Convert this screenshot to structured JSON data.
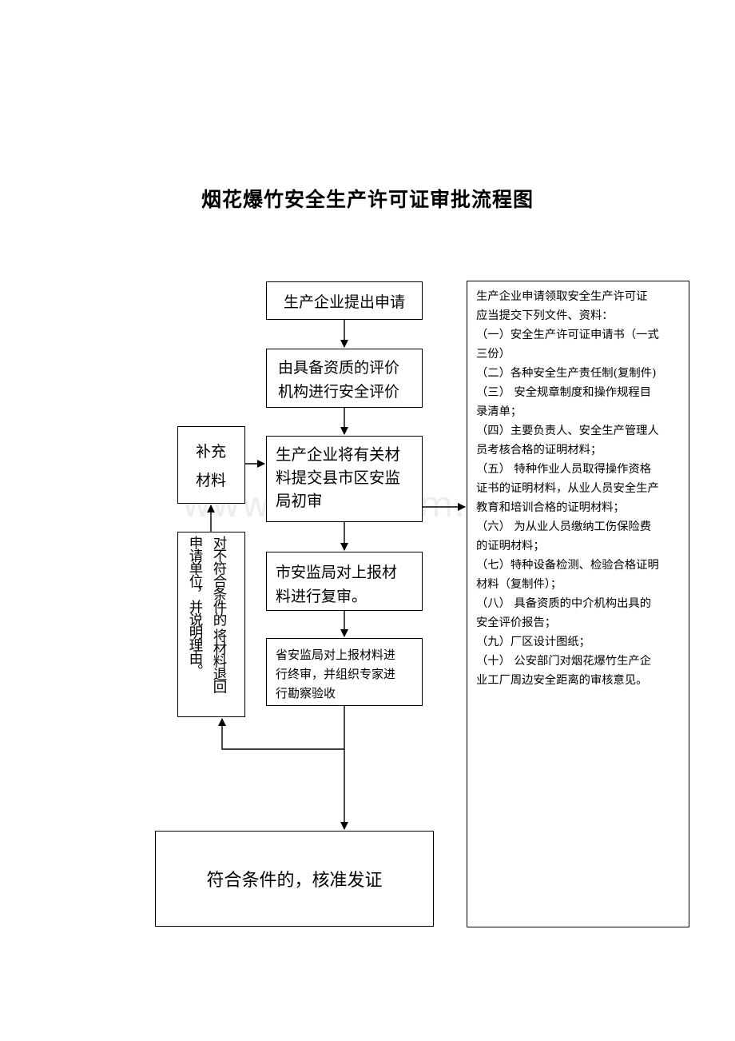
{
  "title": "烟花爆竹安全生产许可证审批流程图",
  "steps": {
    "apply": "生产企业提出申请",
    "evaluate": [
      "由具备资质的评价",
      "机构进行安全评价"
    ],
    "submit": [
      "生产企业将有关材",
      "料提交县市区安监",
      "局初审"
    ],
    "city_review": [
      "市安监局对上报材",
      "料进行复审。"
    ],
    "province_review": [
      "省安监局对上报材料进",
      "行终审，并组织专家进",
      "行勘察验收"
    ],
    "supplement": [
      "补充",
      "材料"
    ],
    "reject": [
      "对不符合条件的 将材料退回",
      "申请单位，并说明理由。"
    ],
    "approve": "符合条件的，核准发证"
  },
  "requirements": [
    "生产企业申请领取安全生产许可证",
    "应当提交下列文件、资料：",
    "（一）安全生产许可证申请书（一式",
    "三份）",
    "（二）各种安全生产责任制(复制件)",
    "（三） 安全规章制度和操作规程目",
    "录清单；",
    "（四）主要负责人、安全生产管理人",
    "员考核合格的证明材料；",
    "（五） 特种作业人员取得操作资格",
    "证书的证明材料，从业人员安全生产",
    "教育和培训合格的证明材料；",
    "（六） 为从业人员缴纳工伤保险费",
    "的证明材料；",
    "（七）特种设备检测、检验合格证明",
    "材料（复制件）；",
    "（八） 具备资质的中介机构出具的",
    "安全评价报告；",
    "（九）厂区设计图纸；",
    "（十） 公安部门对烟花爆竹生产企",
    "业工厂周边安全距离的审核意见。"
  ],
  "watermark": "www.zixin.com.cn"
}
